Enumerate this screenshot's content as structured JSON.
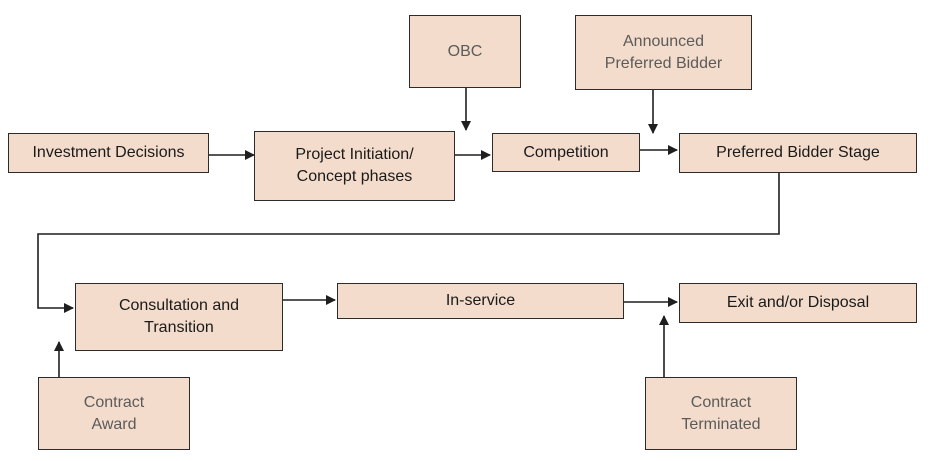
{
  "colors": {
    "box_fill": "#f3dccb",
    "box_border": "#2b2b2b",
    "stage_text": "#1a1a1a",
    "event_text": "#5b5b5b",
    "connector": "#1f1f1f"
  },
  "stages": {
    "investment_decisions": "Investment Decisions",
    "project_initiation": "Project Initiation/\nConcept phases",
    "competition": "Competition",
    "preferred_bidder_stage": "Preferred Bidder Stage",
    "consultation_transition": "Consultation and\nTransition",
    "in_service": "In-service",
    "exit_disposal": "Exit and/or Disposal"
  },
  "events": {
    "obc": "OBC",
    "announced_preferred_bidder": "Announced\nPreferred Bidder",
    "contract_award": "Contract\nAward",
    "contract_terminated": "Contract\nTerminated"
  }
}
